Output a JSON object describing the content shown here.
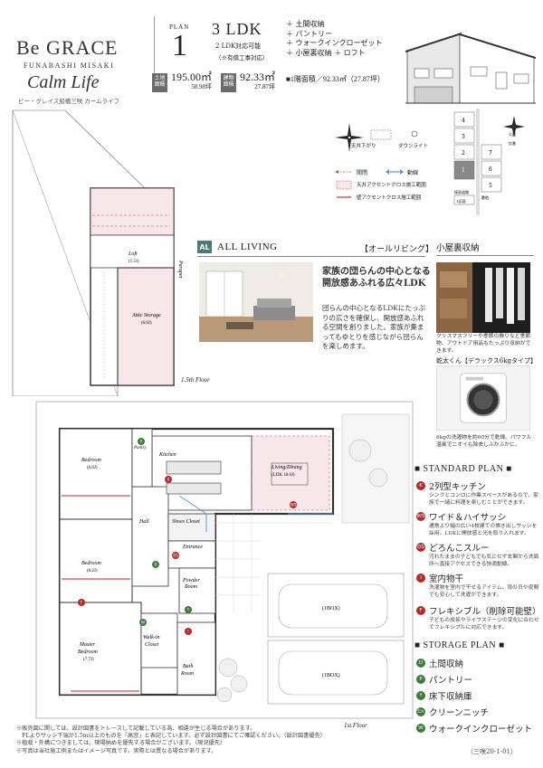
{
  "header": {
    "brand_main": "Be GRACE",
    "brand_sub": "FUNABASHI MISAKI",
    "brand_script": "Calm Life",
    "brand_kana": "ビー・グレイス船橋三咲 カームライフ",
    "plan_label": "PLAN",
    "plan_number": "1",
    "layout": "3 LDK",
    "layout_sub": "2 LDK対応可能",
    "layout_note": "（※有償工事対応）",
    "features": [
      "＋ 土間収納",
      "＋ パントリー",
      "＋ ウォークインクローゼット",
      "＋ 小屋裏収納 ＋ ロフト"
    ],
    "land_label": "土地面積",
    "land_sqm": "195.00㎡",
    "land_tsubo": "58.98坪",
    "building_label": "建物面積",
    "building_sqm": "92.33㎡",
    "building_tsubo": "27.87坪",
    "first_floor": "■1階面積／92.33㎡（27.87坪）"
  },
  "legend": {
    "items": [
      "天井下がり",
      "ダウンライト",
      "開閉",
      "動線",
      "天井アクセントクロス施工範囲",
      "壁アクセントクロス施工範囲"
    ]
  },
  "site_map": {
    "lots": [
      "4",
      "3",
      "2",
      "1",
      "7",
      "6",
      "5"
    ],
    "labels": [
      "敷地",
      "公園",
      "交番",
      "接面道路",
      "1区画"
    ]
  },
  "upper_floor": {
    "rooms": [
      {
        "name": "Loft",
        "size": "(1.5J)"
      },
      {
        "name": "Attic Storage",
        "size": "(6.0J)"
      }
    ],
    "label": "1.5th Floor",
    "parapet": "Parapet"
  },
  "main_floor": {
    "rooms": [
      {
        "name": "Bedroom",
        "size": "(6.0J)"
      },
      {
        "name": "Kitchen",
        "size": ""
      },
      {
        "name": "Living/Dining",
        "size": "(LDK 18.0J)"
      },
      {
        "name": "Bedroom",
        "size": "(6.2J)"
      },
      {
        "name": "Hall",
        "size": ""
      },
      {
        "name": "Shoes Closet",
        "size": ""
      },
      {
        "name": "Entrance",
        "size": ""
      },
      {
        "name": "Powder Room",
        "size": ""
      },
      {
        "name": "Master Bedroom",
        "size": "(7.7J)"
      },
      {
        "name": "Walk-in Closet",
        "size": ""
      },
      {
        "name": "Bath Room",
        "size": ""
      },
      {
        "name": "Pantry",
        "size": ""
      }
    ],
    "parking": [
      "(1BOX)",
      "(1BOX)"
    ],
    "label": "1st.Floor"
  },
  "all_living": {
    "badge": "AL",
    "title": "ALL LIVING",
    "title_jp": "【オールリビング】",
    "headline_1": "家族の団らんの中心となる",
    "headline_2": "開放感あふれる広々LDK",
    "body": "団らんの中心となるLDKにたっぷりの広さを確保し、開放感あふれる空間を創りました。家族が集まってもゆとりを感じながら団らんを楽しめます。"
  },
  "attic": {
    "title": "小屋裏収納",
    "caption": "クリスマスツリーや季節の飾りなど季節物、アウトドア用品もたっぷり収納ができます。",
    "dryer_title": "乾太くん【デラックス6kgタイプ】",
    "dryer_caption": "6kgの洗濯物を約60分で乾燥。パワフル温風でニオイも除去しふかふかに。"
  },
  "standard_plan": {
    "heading": "■ STANDARD PLAN ■",
    "items": [
      {
        "badge": "K",
        "title": "2列型キッチン",
        "desc": "シンクとコンロに作業スペースがあるので、家族で一緒に料理を楽しむことができます。"
      },
      {
        "badge": "WS",
        "title": "ワイド＆ハイサッシ",
        "desc": "通常より幅の広い4枚建ての掃き出しサッシを採用。LDKに開放感と光を取り入れます。"
      },
      {
        "badge": "DS",
        "title": "どろんこスルー",
        "desc": "汚れたままの子どもでも気にせず玄関から洗面所へ直接アクセスできる快適動線。"
      },
      {
        "badge": "I",
        "title": "室内物干",
        "desc": "洗濯物を室内で干せるアイテム。雨の日や夜間でも安心して洗濯ができます。"
      },
      {
        "badge": "F",
        "title": "フレキシブル（削除可能壁）",
        "desc": "子どもの成長やライフステージの変化に合わせてフレキシブルに対応できます。"
      }
    ]
  },
  "storage_plan": {
    "heading": "■ STORAGE PLAN ■",
    "items": [
      {
        "badge": "D",
        "title": "土間収納"
      },
      {
        "badge": "P",
        "title": "パントリー"
      },
      {
        "badge": "Y",
        "title": "床下収納庫"
      },
      {
        "badge": "Cn",
        "title": "クリーンニッチ"
      },
      {
        "badge": "W",
        "title": "ウォークインクローゼット"
      }
    ]
  },
  "footer": {
    "note_1": "※販売図に関しては、設計図書をトレースして記載している為、相違が生じる場合があります。",
    "note_2": "　FLよりサッシ下端が1.5m以上のものを「高窓」と表記しています。必ず設計図書にてご確認ください。（設計図書優先）",
    "note_3": "※植栽・外構につきましては、現場納めを優先する場合がございます。（現況優先）",
    "note_4": "※写真は当社施工例またはイメージ写真です。実際とは異なる場合があります。",
    "code": "（三咲20-1-01）"
  }
}
